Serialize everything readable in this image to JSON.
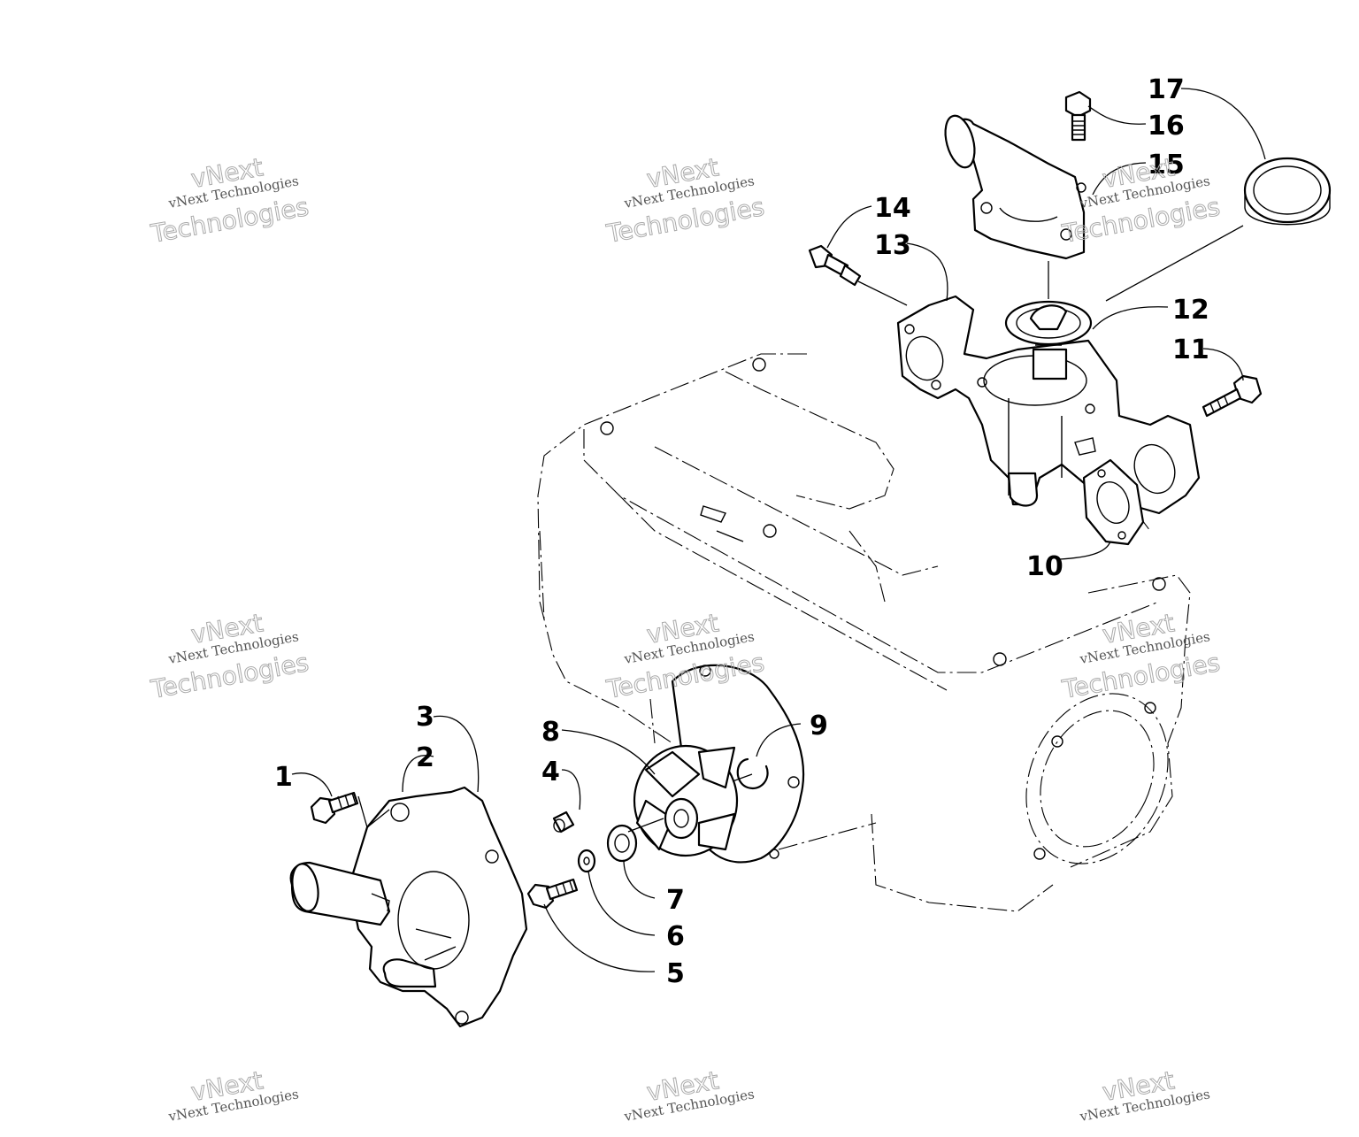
{
  "diagram": {
    "callouts": [
      {
        "id": "1",
        "label": "1"
      },
      {
        "id": "2",
        "label": "2"
      },
      {
        "id": "3",
        "label": "3"
      },
      {
        "id": "4",
        "label": "4"
      },
      {
        "id": "5",
        "label": "5"
      },
      {
        "id": "6",
        "label": "6"
      },
      {
        "id": "7",
        "label": "7"
      },
      {
        "id": "8",
        "label": "8"
      },
      {
        "id": "9",
        "label": "9"
      },
      {
        "id": "10",
        "label": "10"
      },
      {
        "id": "11",
        "label": "11"
      },
      {
        "id": "12",
        "label": "12"
      },
      {
        "id": "13",
        "label": "13"
      },
      {
        "id": "14",
        "label": "14"
      },
      {
        "id": "15",
        "label": "15"
      },
      {
        "id": "16",
        "label": "16"
      },
      {
        "id": "17",
        "label": "17"
      }
    ]
  },
  "watermark": {
    "line1": "vNext",
    "line2": "vNext Technologies",
    "line3": "Technologies"
  },
  "colors": {
    "line": "#000000",
    "background": "#ffffff",
    "watermark": "#aaaaaa"
  }
}
